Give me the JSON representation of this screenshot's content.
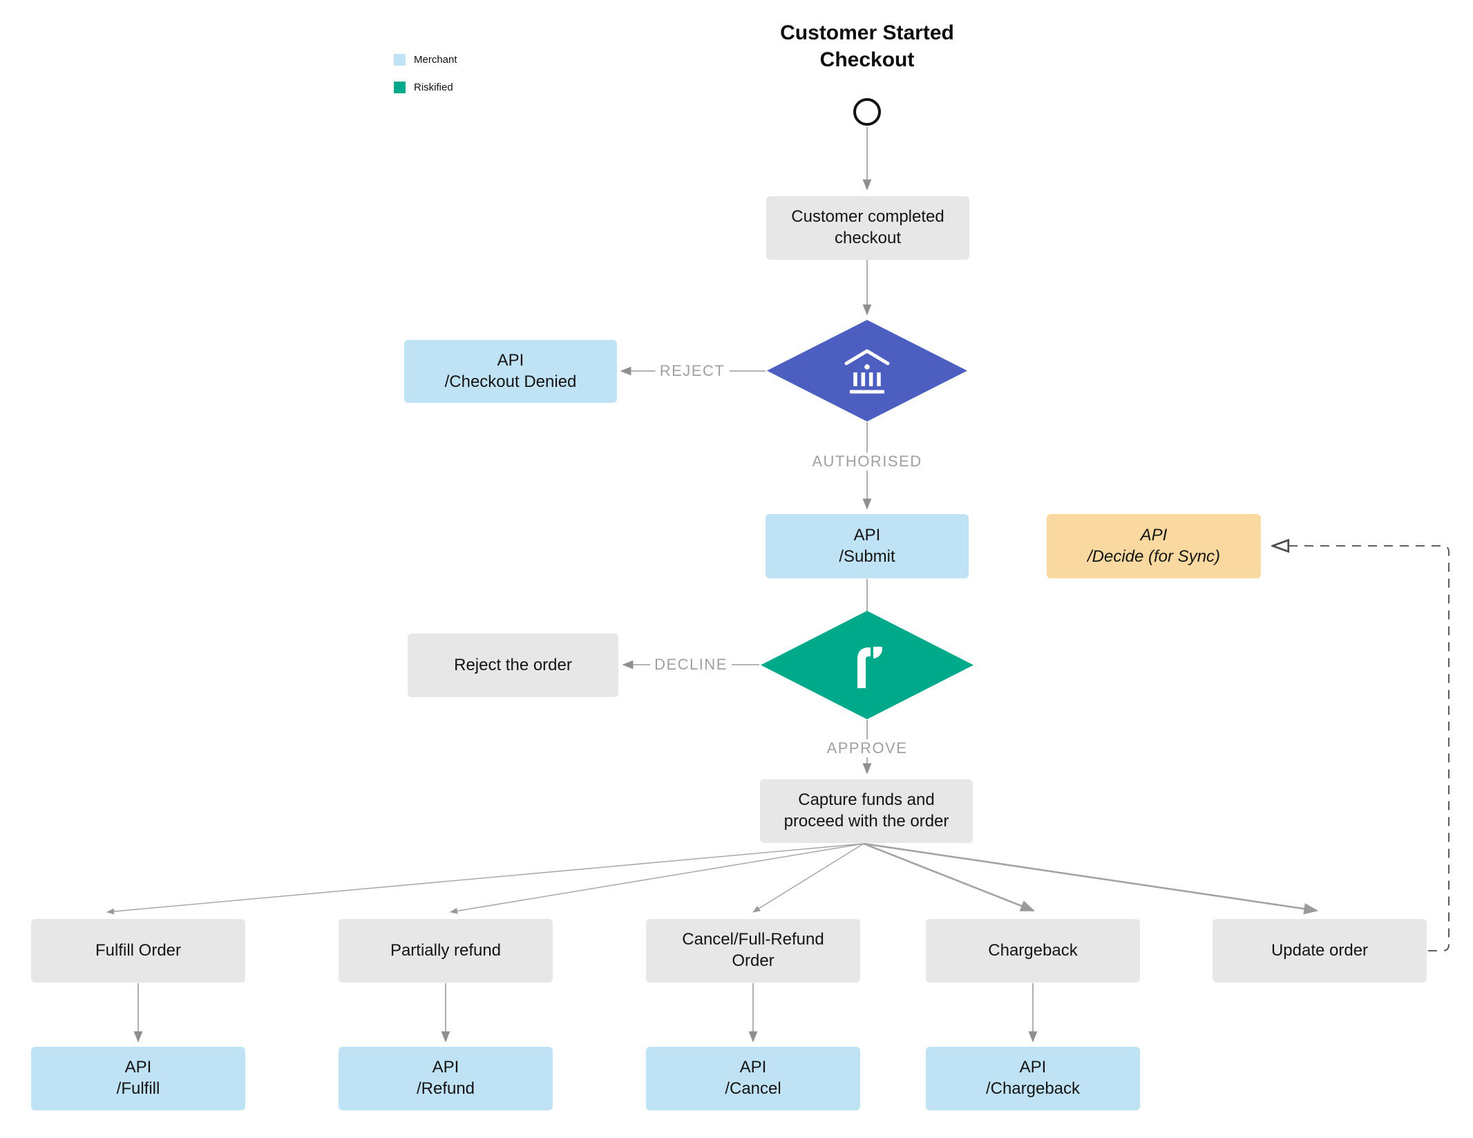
{
  "colors": {
    "merchant_blue": "#bfe2f5",
    "riskified_green": "#00a98a",
    "bank_diamond_blue": "#4c5fc1",
    "sync_orange": "#fad9a1",
    "neutral_gray": "#e7e7e7"
  },
  "legend": {
    "items": [
      {
        "label": "Merchant",
        "color": "#bfe2f5"
      },
      {
        "label": "Riskified",
        "color": "#00a98a"
      }
    ]
  },
  "title": {
    "lines": [
      "Customer Started",
      "Checkout"
    ]
  },
  "nodes": {
    "customer_completed": {
      "lines": [
        "Customer completed",
        "checkout"
      ]
    },
    "api_checkout_denied": {
      "lines": [
        "API",
        "/Checkout Denied"
      ]
    },
    "api_submit": {
      "lines": [
        "API",
        "/Submit"
      ]
    },
    "api_decide": {
      "lines": [
        "API",
        "/Decide (for Sync)"
      ]
    },
    "reject_the_order": {
      "lines": [
        "Reject the order"
      ]
    },
    "capture_funds": {
      "lines": [
        "Capture funds and",
        "proceed with the order"
      ]
    },
    "fulfill_order": {
      "lines": [
        "Fulfill Order"
      ]
    },
    "partially_refund": {
      "lines": [
        "Partially refund"
      ]
    },
    "cancel_full_refund": {
      "lines": [
        "Cancel/Full-Refund",
        "Order"
      ]
    },
    "chargeback": {
      "lines": [
        "Chargeback"
      ]
    },
    "update_order": {
      "lines": [
        "Update order"
      ]
    },
    "api_fulfill": {
      "lines": [
        "API",
        "/Fulfill"
      ]
    },
    "api_refund": {
      "lines": [
        "API",
        "/Refund"
      ]
    },
    "api_cancel": {
      "lines": [
        "API",
        "/Cancel"
      ]
    },
    "api_chargeback": {
      "lines": [
        "API",
        "/Chargeback"
      ]
    }
  },
  "edge_labels": {
    "reject": "REJECT",
    "authorised": "AUTHORISED",
    "decline": "DECLINE",
    "approve": "APPROVE"
  }
}
